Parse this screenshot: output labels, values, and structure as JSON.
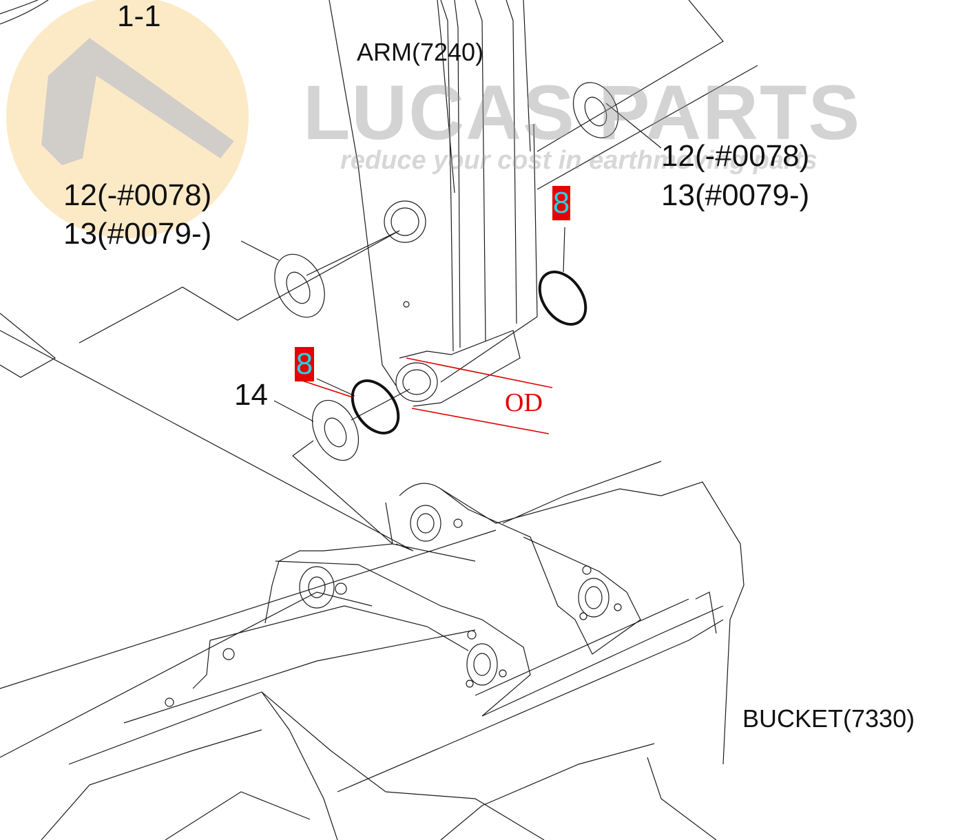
{
  "labels": {
    "section": "1-1",
    "arm": "ARM(7240)",
    "bucket": "BUCKET(7330)",
    "left_ring_a": "12(-#0078)",
    "left_ring_b": "13(#0079-)",
    "right_ring_a": "12(-#0078)",
    "right_ring_b": "13(#0079-)",
    "shim": "14",
    "od": "OD"
  },
  "callouts": {
    "upper": "8",
    "lower": "8"
  },
  "watermark": {
    "brand": "LUCAS PARTS",
    "tagline": "reduce your cost in earthmoving parts"
  },
  "colors": {
    "line": "#1a1a1a",
    "callout_bg": "#e60000",
    "callout_text": "#22d3e6",
    "dimension": "#e00000",
    "logo_circle": "#fbe3b4"
  },
  "icons": {
    "logo": "lucas-parts-logo-icon"
  }
}
